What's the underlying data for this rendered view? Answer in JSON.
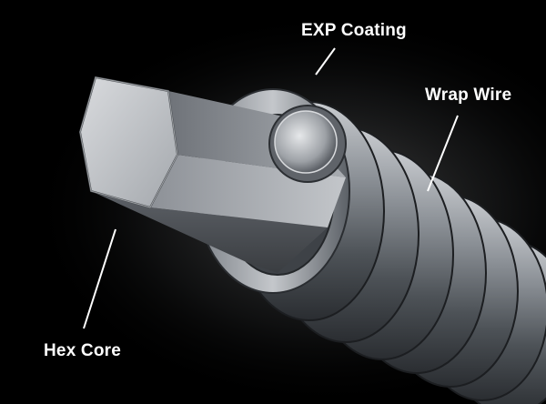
{
  "diagram": {
    "labels": {
      "exp_coating": "EXP Coating",
      "wrap_wire": "Wrap Wire",
      "hex_core": "Hex Core"
    },
    "colors": {
      "background": "#000000",
      "label": "#ffffff",
      "leader_line": "#ffffff"
    }
  }
}
